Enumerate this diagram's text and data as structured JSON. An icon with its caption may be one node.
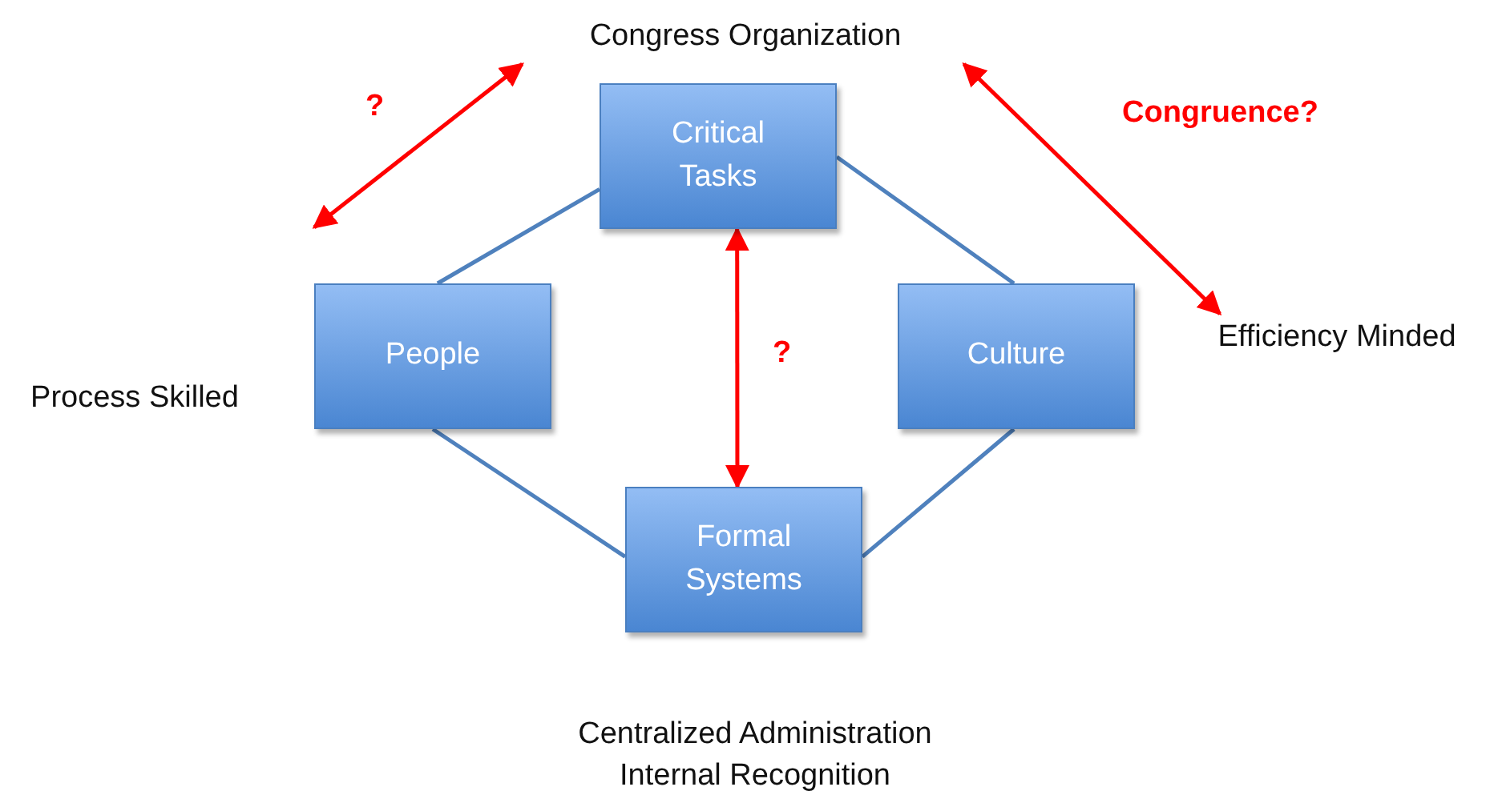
{
  "diagram": {
    "nodes": [
      {
        "text": [
          "Critical Tasks"
        ]
      },
      {
        "text": [
          "People"
        ]
      },
      {
        "text": [
          "Culture"
        ]
      },
      {
        "text": [
          "Formal Systems"
        ]
      },
      {
        "text": [
          "Congress Organization"
        ]
      },
      {
        "text": [
          "Efficiency Minded"
        ]
      }
    ],
    "edges": [
      {
        "from": 0,
        "to": 1,
        "arrow": "none"
      },
      {
        "from": 0,
        "to": 2,
        "arrow": "none"
      },
      {
        "from": 1,
        "to": 3,
        "arrow": "none"
      },
      {
        "from": 2,
        "to": 3,
        "arrow": "none"
      },
      {
        "from": null,
        "to": 4,
        "arrow": "both",
        "label": "?",
        "color": "#ff0000"
      },
      {
        "from": 4,
        "to": 5,
        "arrow": "both",
        "label": "Congruence?",
        "color": "#ff0000"
      },
      {
        "from": 0,
        "to": 3,
        "arrow": "both",
        "label": "?",
        "color": "#ff0000"
      }
    ],
    "labels": [
      "Process Skilled",
      "Centralized Administration",
      "Internal Recognition"
    ]
  }
}
